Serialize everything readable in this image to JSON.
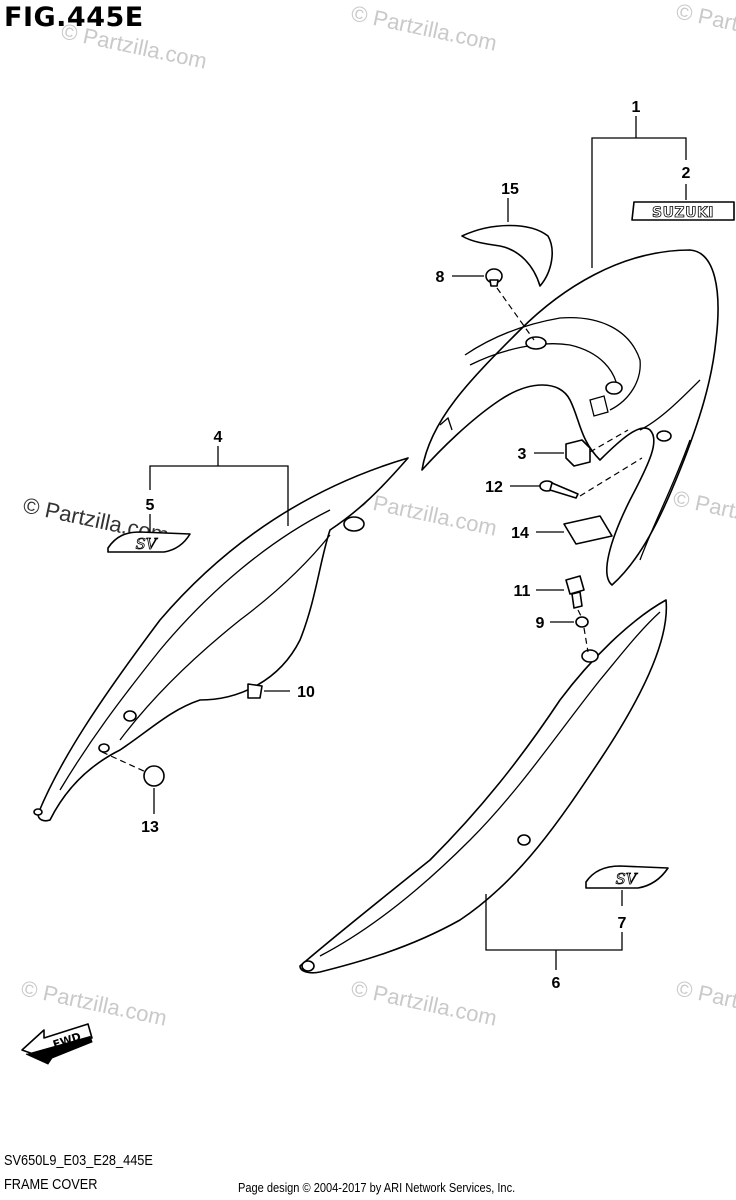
{
  "figure": {
    "title": "FIG.445E",
    "code": "SV650L9_E03_E28_445E",
    "caption": "FRAME COVER",
    "copyright": "Page design © 2004-2017 by ARI Network Services, Inc."
  },
  "watermark": {
    "text": "© Partzilla.com"
  },
  "callouts": [
    {
      "id": "1",
      "label": "1"
    },
    {
      "id": "2",
      "label": "2"
    },
    {
      "id": "3",
      "label": "3"
    },
    {
      "id": "4",
      "label": "4"
    },
    {
      "id": "5",
      "label": "5"
    },
    {
      "id": "6",
      "label": "6"
    },
    {
      "id": "7",
      "label": "7"
    },
    {
      "id": "8",
      "label": "8"
    },
    {
      "id": "9",
      "label": "9"
    },
    {
      "id": "10",
      "label": "10"
    },
    {
      "id": "11",
      "label": "11"
    },
    {
      "id": "12",
      "label": "12"
    },
    {
      "id": "13",
      "label": "13"
    },
    {
      "id": "14",
      "label": "14"
    },
    {
      "id": "15",
      "label": "15"
    }
  ],
  "emblems": {
    "suzuki": "SUZUKI",
    "sv": "SV",
    "fwd": "FWD"
  }
}
